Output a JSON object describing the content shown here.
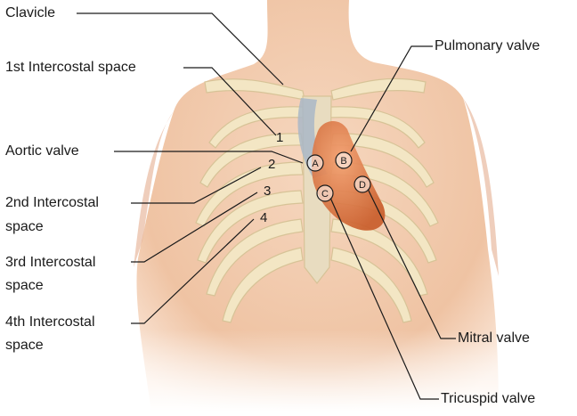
{
  "labels": {
    "clavicle": "Clavicle",
    "first_intercostal": "1st Intercostal space",
    "aortic_valve": "Aortic valve",
    "second_intercostal": [
      "2nd Intercostal",
      "space"
    ],
    "third_intercostal": [
      "3rd Intercostal",
      "space"
    ],
    "fourth_intercostal": [
      "4th Intercostal",
      "space"
    ],
    "pulmonary_valve": "Pulmonary valve",
    "mitral_valve": "Mitral valve",
    "tricuspid_valve": "Tricuspid valve"
  },
  "rib_numbers": [
    "1",
    "2",
    "3",
    "4"
  ],
  "valve_markers": {
    "a": "A",
    "b": "B",
    "c": "C",
    "d": "D"
  },
  "colors": {
    "skin": "#f1c9ac",
    "skin_shadow": "#e2a888",
    "bone": "#f3e6c4",
    "bone_edge": "#d7c397",
    "heart": "#e37b45",
    "vessel": "#a9b7c7",
    "leader": "#1a1a1a"
  }
}
